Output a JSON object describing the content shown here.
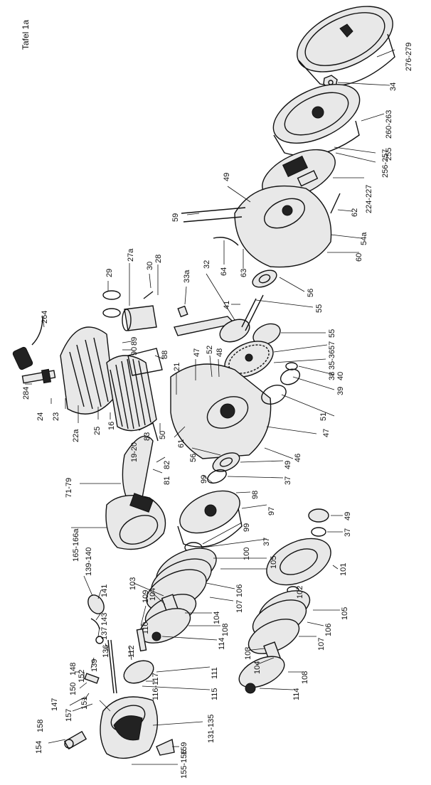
{
  "title": "Tafel 1a",
  "labels": [
    "276-279",
    "34",
    "260-263",
    "255",
    "256-257",
    "224-227",
    "62",
    "54a",
    "60",
    "49",
    "59",
    "64",
    "63",
    "56",
    "55",
    "33a",
    "32",
    "41",
    "55",
    "57",
    "35-36",
    "38",
    "40",
    "39",
    "29",
    "27a",
    "30",
    "28",
    "264",
    "89",
    "90",
    "88",
    "47",
    "52",
    "48",
    "21",
    "51",
    "47",
    "46",
    "284",
    "24",
    "23",
    "22a",
    "25",
    "16",
    "19-20",
    "83",
    "50",
    "61",
    "56",
    "82",
    "81",
    "49",
    "37",
    "71-79",
    "99",
    "98",
    "97",
    "165-166a",
    "99",
    "37",
    "100",
    "105",
    "49",
    "37",
    "101",
    "139-140",
    "141",
    "103",
    "109",
    "104",
    "106",
    "107",
    "143",
    "110",
    "104",
    "108",
    "102",
    "105",
    "137",
    "112",
    "114",
    "106",
    "107",
    "136",
    "111",
    "103",
    "139",
    "104",
    "148",
    "152",
    "116-117",
    "108",
    "150",
    "115",
    "114",
    "147",
    "151",
    "157",
    "158",
    "131-135",
    "154",
    "159",
    "155-156"
  ]
}
